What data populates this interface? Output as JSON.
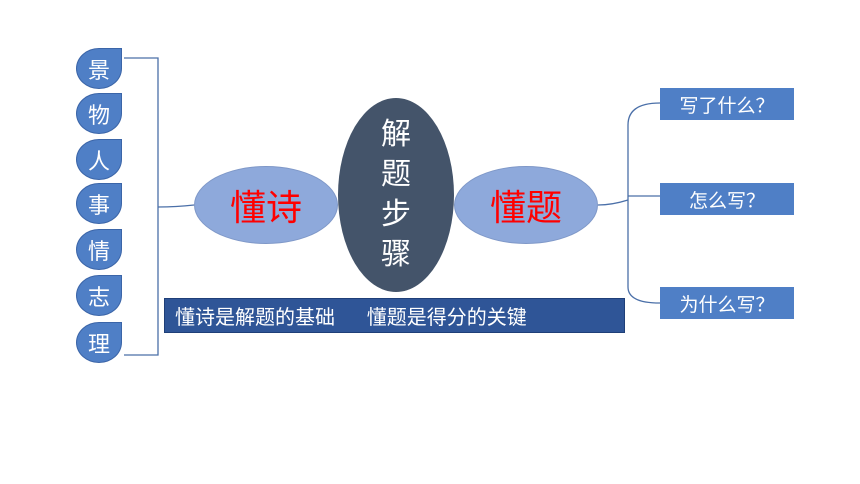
{
  "left_items": [
    "景",
    "物",
    "人",
    "事",
    "情",
    "志",
    "理"
  ],
  "oval_left": "懂诗",
  "oval_right": "懂题",
  "center": [
    "解",
    "题",
    "步",
    "骤"
  ],
  "banner": "懂诗是解题的基础     懂题是得分的关键",
  "questions": [
    "写了什么？",
    "怎么写？",
    "为什么写？"
  ],
  "colors": {
    "drop_fill": "#4f7fc6",
    "oval_fill": "#8ea9db",
    "oval_text": "#ff0000",
    "center_fill": "#44546a",
    "banner_fill": "#2f5597",
    "question_fill": "#4f7fc6",
    "line_color": "#4a6fa8"
  }
}
